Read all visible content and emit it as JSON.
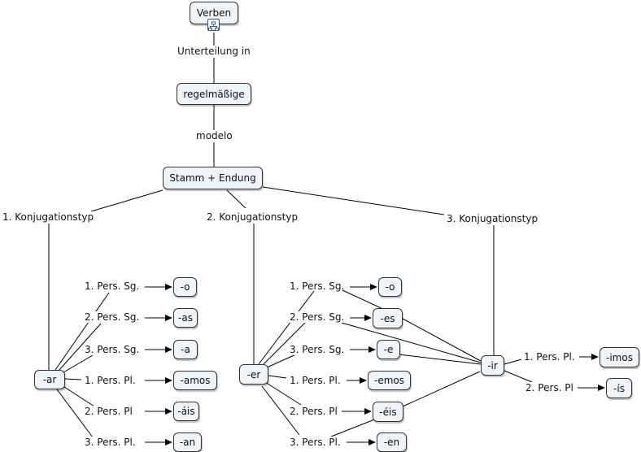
{
  "nodes": {
    "verben": "Verben",
    "regelmaessige": "regelmäßige",
    "stamm": "Stamm + Endung",
    "ar": "-ar",
    "er": "-er",
    "ir": "-ir",
    "ar_1sg": "-o",
    "ar_2sg": "-as",
    "ar_3sg": "-a",
    "ar_1pl": "-amos",
    "ar_2pl": "-áis",
    "ar_3pl": "-an",
    "er_1sg": "-o",
    "er_2sg": "-es",
    "er_3sg": "-e",
    "er_1pl": "-emos",
    "er_2pl": "-éis",
    "er_3pl": "-en",
    "ir_1pl": "-imos",
    "ir_2pl": "-ís"
  },
  "labels": {
    "unterteilung": "Unterteilung in",
    "modelo": "modelo",
    "konj1": "1. Konjugationstyp",
    "konj2": "2. Konjugationstyp",
    "konj3": "3. Konjugationstyp",
    "ar_1sg": "1. Pers. Sg.",
    "ar_2sg": "2. Pers. Sg.",
    "ar_3sg": "3. Pers. Sg.",
    "ar_1pl": "1. Pers. Pl.",
    "ar_2pl": "2. Pers. Pl",
    "ar_3pl": "3. Pers. Pl.",
    "er_1sg": "1. Pers. Sg.",
    "er_2sg": "2. Pers. Sg.",
    "er_3sg": "3. Pers. Sg.",
    "er_1pl": "1. Pers. Pl.",
    "er_2pl": "2. Pers. Pl",
    "er_3pl": "3. Pers. Pl.",
    "ir_1pl": "1. Pers. Pl.",
    "ir_2pl": "2. Pers. Pl"
  },
  "icons": {
    "verben_map": "concept-map-icon"
  },
  "colors": {
    "node_fill": "#eef4f7",
    "line": "#000000",
    "icon": "#2b5aa6"
  }
}
